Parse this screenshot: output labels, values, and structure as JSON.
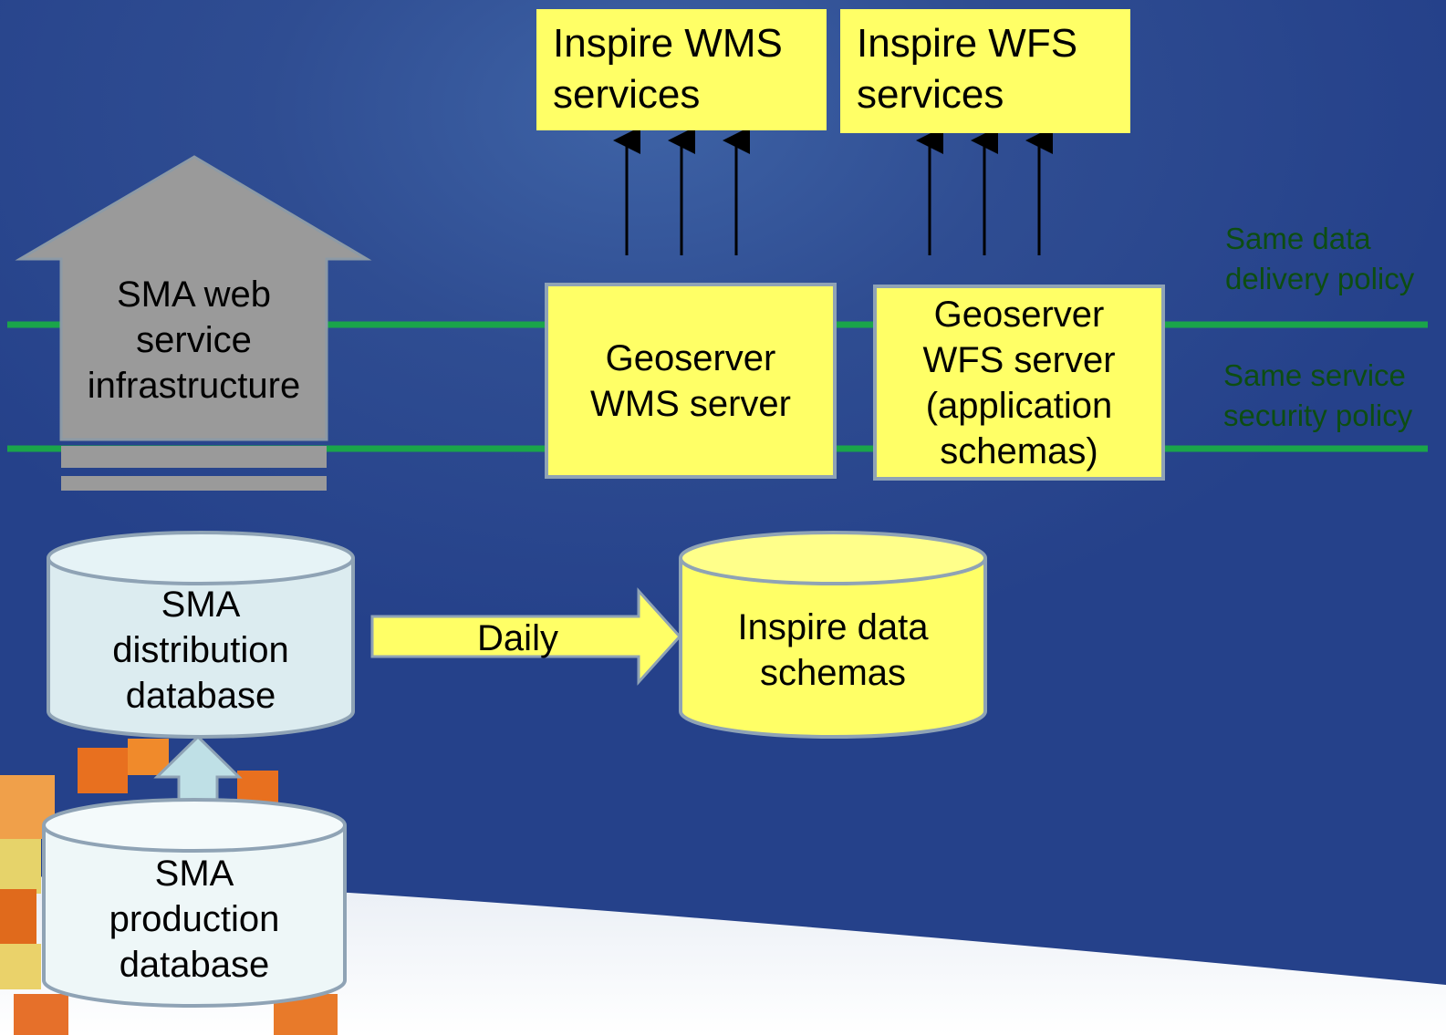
{
  "top_boxes": {
    "wms": {
      "line1": "Inspire WMS",
      "line2": "services"
    },
    "wfs": {
      "line1": "Inspire WFS",
      "line2": "services"
    }
  },
  "servers": {
    "wms": {
      "line1": "Geoserver",
      "line2": "WMS server"
    },
    "wfs": {
      "line1": "Geoserver",
      "line2": "WFS server",
      "line3": "(application",
      "line4": "schemas)"
    }
  },
  "infrastructure": {
    "line1": "SMA web",
    "line2": "service",
    "line3": "infrastructure"
  },
  "policies": {
    "delivery": {
      "line1": "Same data",
      "line2": "delivery policy"
    },
    "security": {
      "line1": "Same service",
      "line2": "security policy"
    }
  },
  "databases": {
    "distribution": {
      "line1": "SMA",
      "line2": "distribution",
      "line3": "database"
    },
    "production": {
      "line1": "SMA",
      "line2": "production",
      "line3": "database"
    },
    "inspire": {
      "line1": "Inspire data",
      "line2": "schemas"
    }
  },
  "flow_label": "Daily",
  "colors": {
    "background": "#2b4a90",
    "box_fill": "#ffff66",
    "policy_line": "#1aa54a",
    "policy_text": "#0d4d12",
    "house_fill": "#9a9a9a",
    "db_fill": "#dcecf0"
  }
}
